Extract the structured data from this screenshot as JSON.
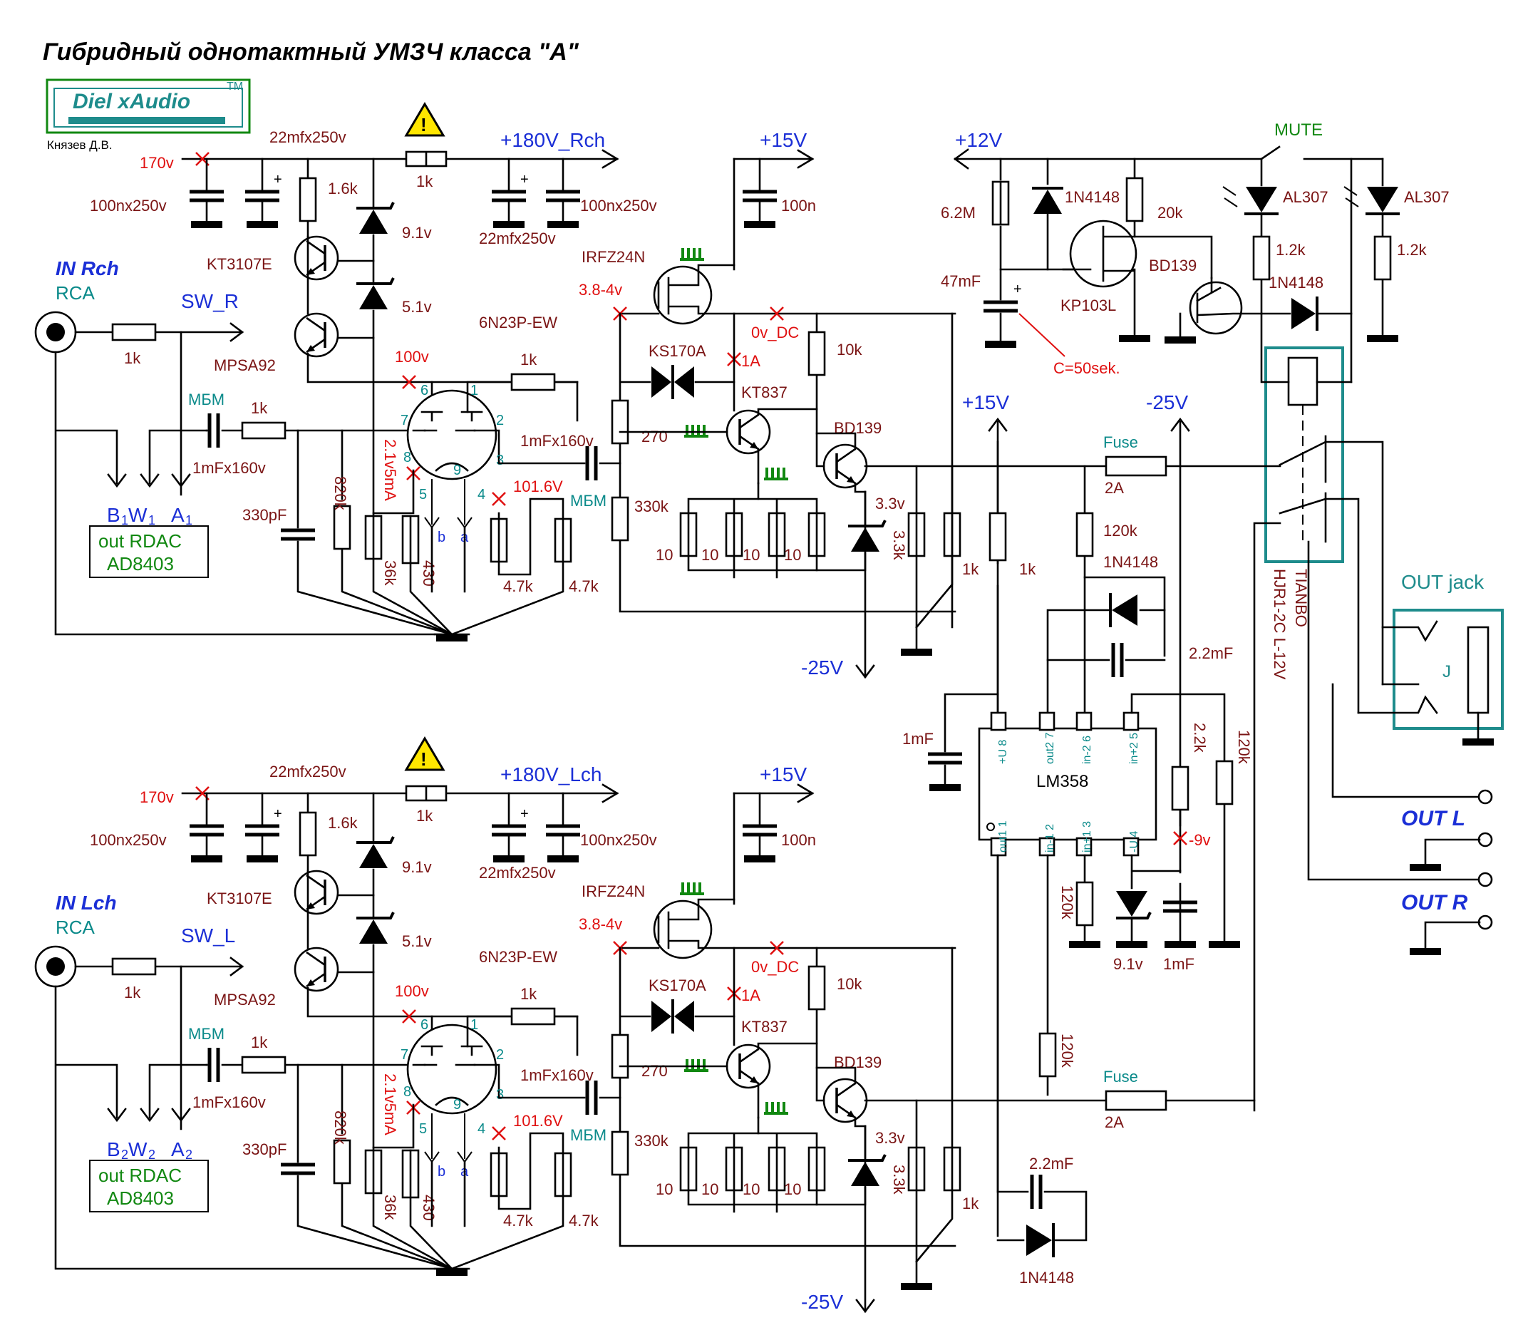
{
  "title": "Гибридный однотактный УМЗЧ класса \"А\"",
  "logo": {
    "text": "Diel xAudio",
    "tm": "TM",
    "author": "Князев Д.В."
  },
  "colors": {
    "wire": "#000000",
    "label_red": "#e01010",
    "label_darkred": "#7a1414",
    "label_blue": "#1b2fd6",
    "label_teal": "#0a8a8a",
    "label_green": "#118811",
    "box_teal": "#1e8c8c",
    "warning_yellow": "#ffe600"
  },
  "icons": {
    "warning": "warning-triangle-icon",
    "heatsink": "heatsink-icon",
    "rca": "rca-jack-icon"
  },
  "channels": [
    {
      "id": "r",
      "in_label": "IN Rch",
      "rca": "RCA",
      "sw": "SW_R",
      "rail": "+180V_Rch",
      "bwa": [
        "B",
        "1",
        "W",
        "1",
        "A",
        "1"
      ],
      "rdac": [
        "out RDAC",
        "AD8403"
      ],
      "minus25": "-25V",
      "plus15": "+15V"
    },
    {
      "id": "l",
      "in_label": "IN Lch",
      "rca": "RCA",
      "sw": "SW_L",
      "rail": "+180V_Lch",
      "bwa": [
        "B",
        "2",
        "W",
        "2",
        "A",
        "2"
      ],
      "rdac": [
        "out RDAC",
        "AD8403"
      ],
      "minus25": "-25V",
      "plus15": "+15V"
    }
  ],
  "amp": {
    "v170": "170v",
    "c100n250": "100nx250v",
    "c22mf": "22mfx250v",
    "r1k": "1k",
    "r1k6": "1.6k",
    "z91": "9.1v",
    "z51": "5.1v",
    "kt3107": "KT3107E",
    "mpsa92": "MPSA92",
    "v100": "100v",
    "tube": "6N23P-EW",
    "mbm": "МБМ",
    "c1mf160": "1mFx160v",
    "c330p": "330pF",
    "r820k": "820k",
    "r36k": "36k",
    "r430": "430",
    "v21": "2.1v5mA",
    "v1016": "101.6V",
    "r47k": "4.7k",
    "pin_a": "a",
    "pin_b": "b",
    "p1": "1",
    "p2": "2",
    "p3": "3",
    "p4": "4",
    "p5": "5",
    "p6": "6",
    "p7": "7",
    "p8": "8",
    "p9": "9",
    "c100n": "100n",
    "irfz": "IRFZ24N",
    "v384": "3.8-4v",
    "v0dc": "0v_DC",
    "ks170": "KS170A",
    "a1": "1A",
    "kt837": "KT837",
    "r10k": "10k",
    "r270": "270",
    "bd139": "BD139",
    "r330k": "330k",
    "r10": "10",
    "v33": "3.3v",
    "r33k": "3.3k"
  },
  "prot": {
    "v12": "+12V",
    "r62m": "6.2M",
    "d4148": "1N4148",
    "r20k": "20k",
    "c47mf": "47mF",
    "kp103": "KP103L",
    "bd139": "BD139",
    "csec": "C=50sek.",
    "mute": "MUTE",
    "al307": "AL307",
    "r12k": "1.2k",
    "relay": "TIANBO",
    "relay_pn": "HJR1-2C L-12V",
    "out_jack": "OUT jack",
    "jack_j": "J",
    "out_l": "OUT L",
    "out_r": "OUT R",
    "plus15": "+15V",
    "minus25": "-25V",
    "fuse": "Fuse",
    "a2": "2A",
    "r120k": "120k",
    "r1k": "1k",
    "c22mf": "2.2mF",
    "c1mf": "1mF",
    "r22k": "2.2k",
    "v9": "-9v",
    "z91": "9.1v",
    "lm358": "LM358",
    "pins_top": [
      "+U 8",
      "out2 7",
      "in-2 6",
      "in+2 5"
    ],
    "pins_bot": [
      "out1 1",
      "in-1 2",
      "in+1 3",
      "-U 4"
    ]
  }
}
